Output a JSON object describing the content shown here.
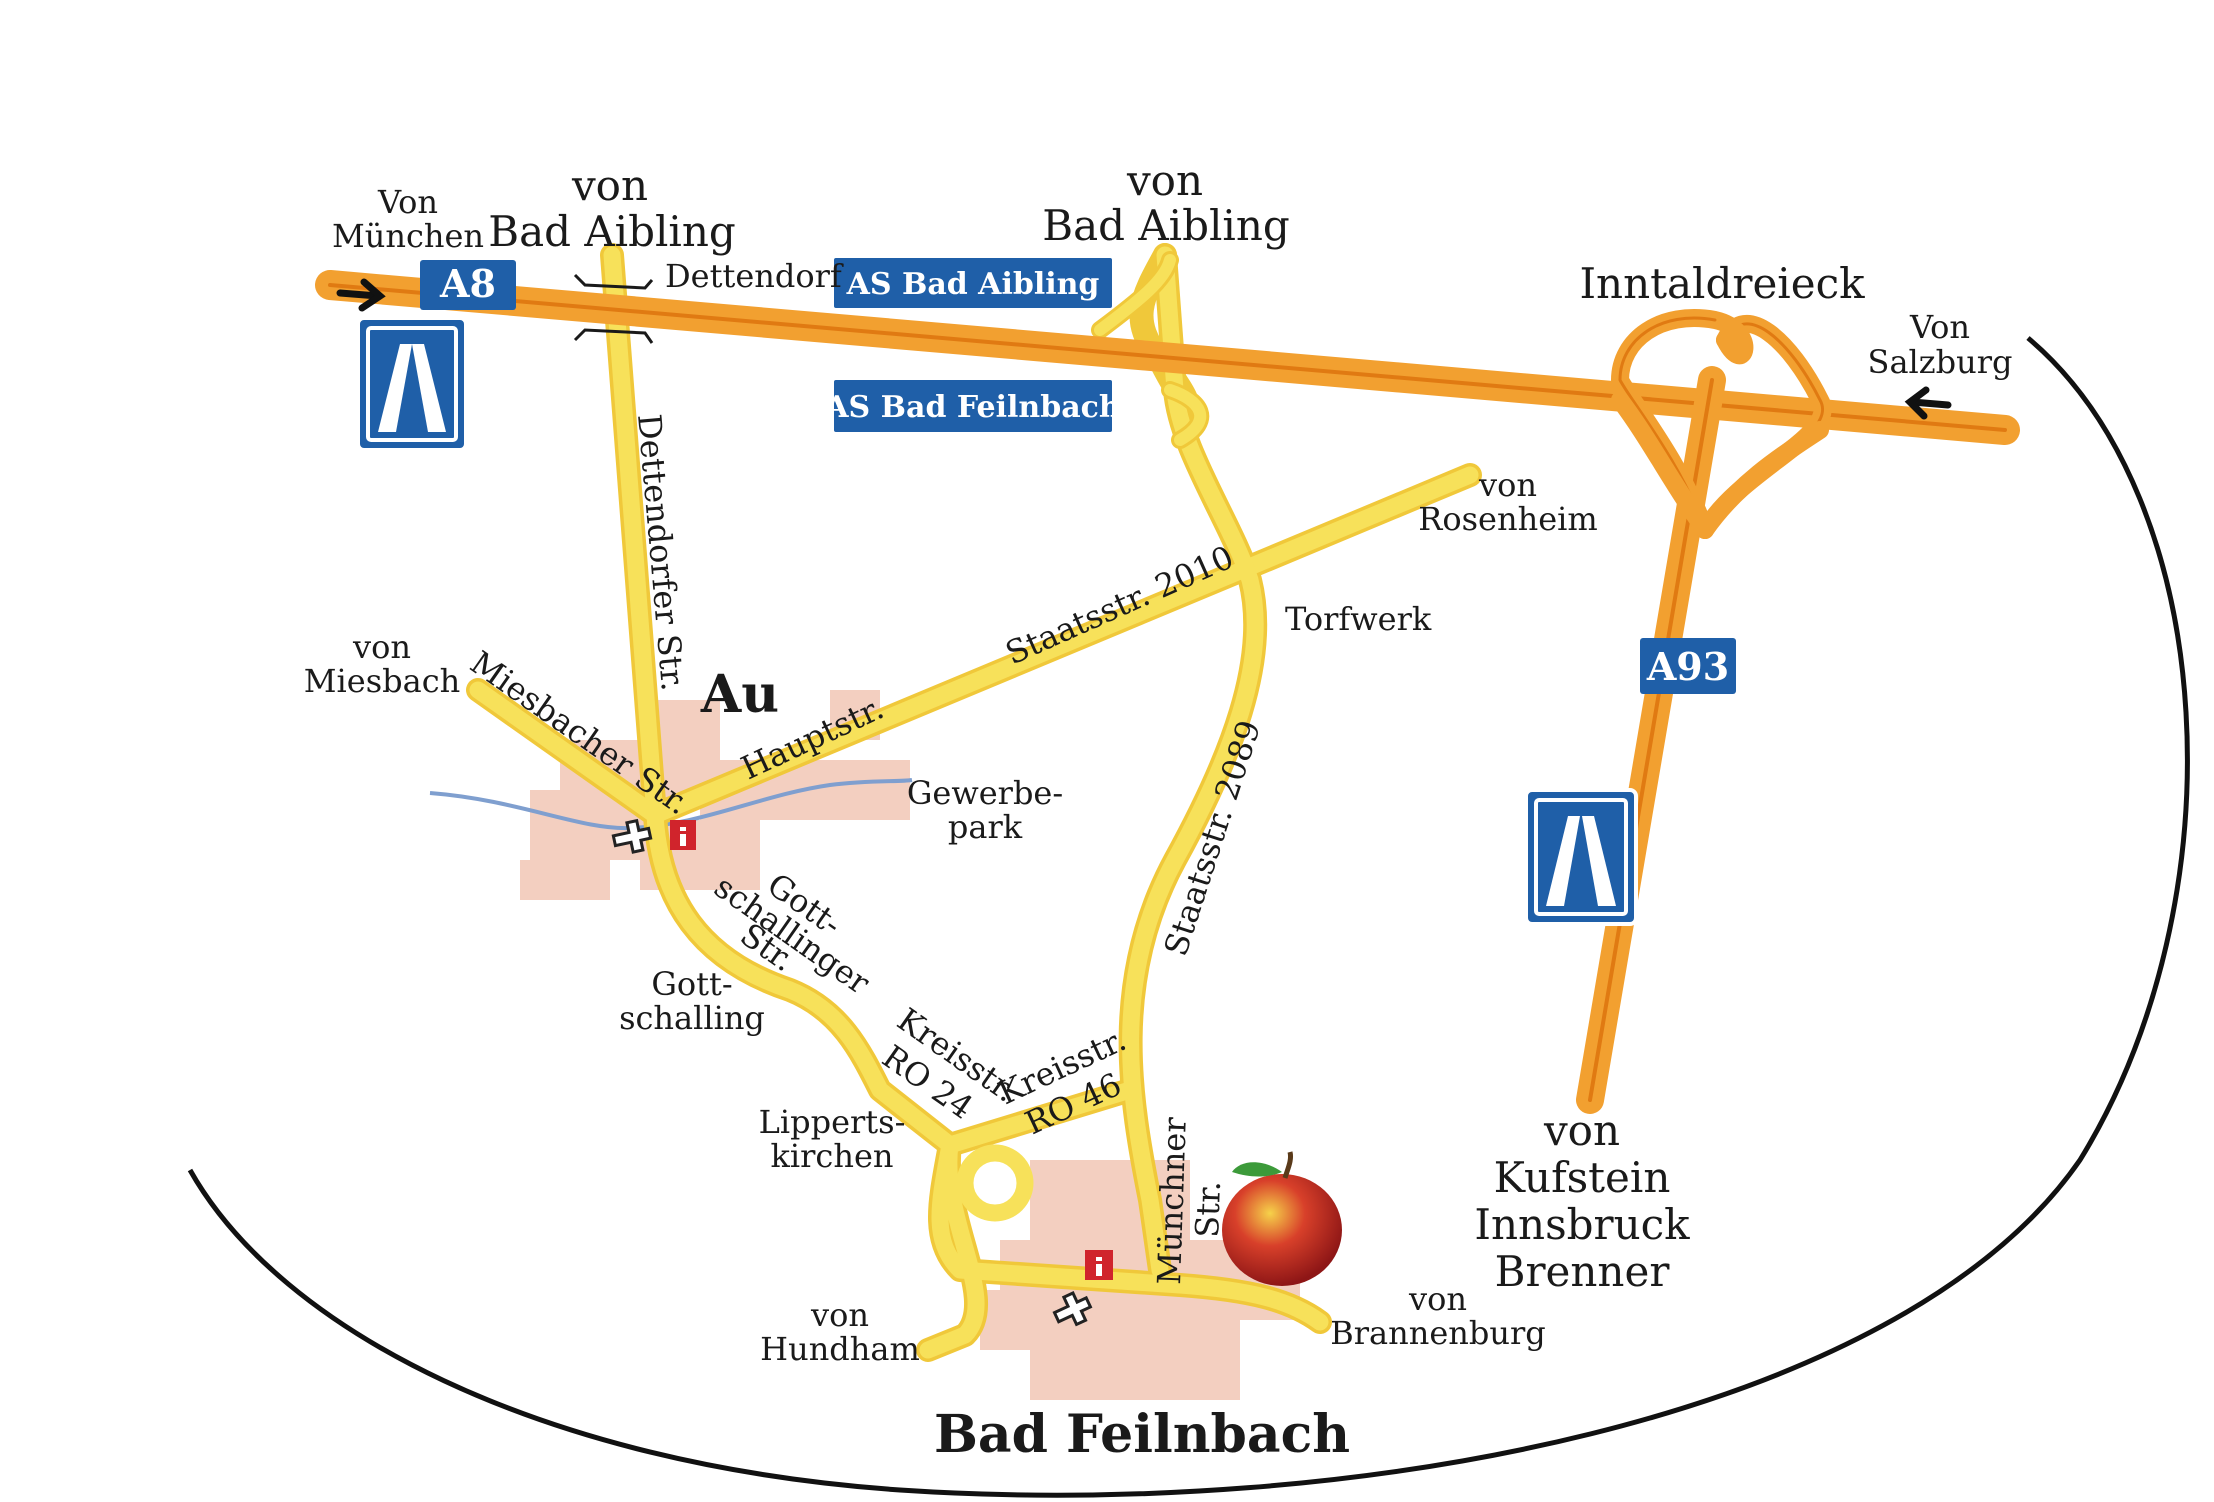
{
  "highways": {
    "a8": "A8",
    "a93": "A93",
    "exit_aibling": "AS Bad Aibling",
    "exit_feilnbach": "AS Bad Feilnbach",
    "junction": "Inntaldreieck"
  },
  "origins": {
    "muenchen": [
      "Von",
      "München"
    ],
    "aibling_left": [
      "von",
      "Bad Aibling"
    ],
    "aibling_right": [
      "von",
      "Bad Aibling"
    ],
    "salzburg": [
      "Von",
      "Salzburg"
    ],
    "rosenheim": [
      "von",
      "Rosenheim"
    ],
    "miesbach": [
      "von",
      "Miesbach"
    ],
    "kufstein": [
      "von",
      "Kufstein",
      "Innsbruck",
      "Brenner"
    ],
    "hundham": [
      "von",
      "Hundham"
    ],
    "brannenburg": [
      "von",
      "Brannenburg"
    ]
  },
  "places": {
    "dettendorf": "Dettendorf",
    "au": "Au",
    "torfwerk": "Torfwerk",
    "gewerbepark": [
      "Gewerbe-",
      "park"
    ],
    "gottschalling": [
      "Gott-",
      "schalling"
    ],
    "lippertskirchen": [
      "Lipperts-",
      "kirchen"
    ],
    "bad_feilnbach": "Bad Feilnbach"
  },
  "streets": {
    "dettendorfer": "Dettendorfer Str.",
    "miesbacher": "Miesbacher Str.",
    "hauptstr": "Hauptstr.",
    "staatsstr_2010": "Staatsstr. 2010",
    "staatsstr_2089": "Staatsstr. 2089",
    "gottschallinger": [
      "Gott-",
      "schallinger",
      "Str."
    ],
    "kreisstr_ro24": [
      "Kreisstr.",
      "RO 24"
    ],
    "kreisstr_ro46": [
      "Kreisstr.",
      "RO 46"
    ],
    "muenchner": [
      "Münchner",
      "Str."
    ]
  },
  "icons": {
    "autobahn_sign": "autobahn-sign-icon",
    "info": "tourist-info-icon",
    "church": "church-icon",
    "apple": "apple-icon",
    "arrow": "arrow-icon"
  },
  "colors": {
    "highway": "#f2a030",
    "highway_center": "#e07a12",
    "road": "#f7e15a",
    "road_edge": "#f0c83a",
    "sign_blue": "#1f5fa8",
    "settlement": "#f3cfc0",
    "river": "#7f9fcf",
    "info_red": "#d0242c"
  }
}
